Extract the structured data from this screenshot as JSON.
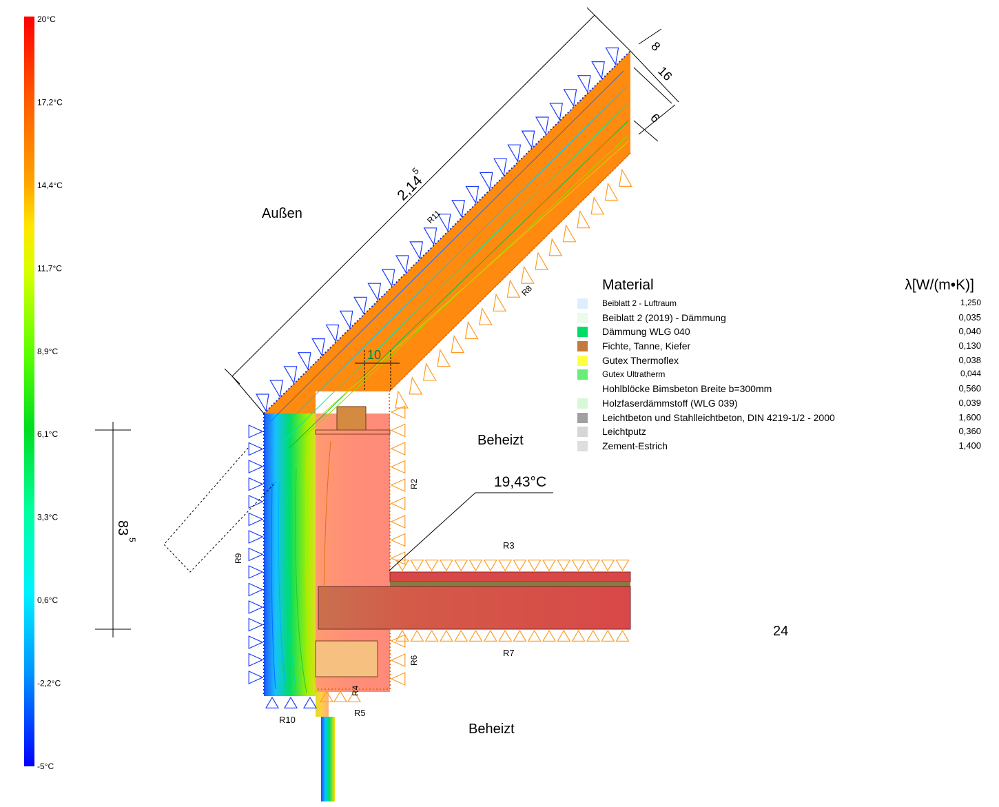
{
  "colorbar": {
    "ticks": [
      "20°C",
      "17,2°C",
      "14,4°C",
      "11,7°C",
      "8,9°C",
      "6,1°C",
      "3,3°C",
      "0,6°C",
      "-2,2°C",
      "-5°C"
    ],
    "colors": [
      "#ff0000",
      "#ff6a00",
      "#ffaa00",
      "#ffff00",
      "#9cff00",
      "#00e400",
      "#00ffaa",
      "#00ffff",
      "#009cff",
      "#0000ff"
    ]
  },
  "labels": {
    "outside": "Außen",
    "heated_upper": "Beheizt",
    "heated_lower": "Beheizt",
    "temp_callout": "19,43°C",
    "number_24": "24"
  },
  "dimensions": {
    "slope_length": "2,14",
    "slope_length_sup": "5",
    "layer_1": "8",
    "layer_2": "16",
    "layer_3": "6",
    "width_10": "10",
    "height_main": "83",
    "height_sup": "5"
  },
  "boundaries": [
    "R11",
    "R8",
    "R2",
    "R3",
    "R9",
    "R6",
    "R7",
    "R4",
    "R5",
    "R10"
  ],
  "legend": {
    "header_material": "Material",
    "header_lambda": "λ[W/(m•K)]",
    "items": [
      {
        "name": "Beiblatt 2 - Luftraum",
        "value": "1,250",
        "color": "#ddeeff",
        "small": true
      },
      {
        "name": "Beiblatt 2 (2019) - Dämmung",
        "value": "0,035",
        "color": "#eafbe9",
        "small": false
      },
      {
        "name": "Dämmung WLG 040",
        "value": "0,040",
        "color": "#00dd66",
        "small": false
      },
      {
        "name": "Fichte, Tanne, Kiefer",
        "value": "0,130",
        "color": "#c47a3a",
        "small": false
      },
      {
        "name": "Gutex Thermoflex",
        "value": "0,038",
        "color": "#ffff44",
        "small": false
      },
      {
        "name": "Gutex Ultratherm",
        "value": "0,044",
        "color": "#66ee77",
        "small": true
      },
      {
        "name": "Hohlblöcke Bimsbeton Breite b=300mm",
        "value": "0,560",
        "color": "#ffffff",
        "small": false
      },
      {
        "name": "Holzfaserdämmstoff (WLG 039)",
        "value": "0,039",
        "color": "#d7f8d5",
        "small": false
      },
      {
        "name": "Leichtbeton und Stahlleichtbeton, DIN 4219-1/2 - 2000",
        "value": "1,600",
        "color": "#a0a0a0",
        "small": false
      },
      {
        "name": "Leichtputz",
        "value": "0,360",
        "color": "#d6d6d6",
        "small": false
      },
      {
        "name": "Zement-Estrich",
        "value": "1,400",
        "color": "#dedede",
        "small": false
      }
    ]
  }
}
